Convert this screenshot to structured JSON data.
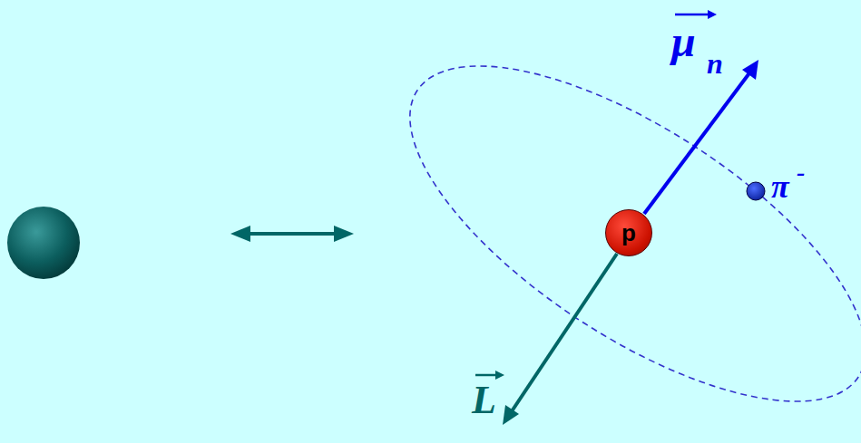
{
  "diagram": {
    "nodes": [
      {
        "text": [
          "p"
        ]
      }
    ],
    "labels": [
      "μ",
      "n",
      "π",
      "-",
      "L"
    ]
  }
}
